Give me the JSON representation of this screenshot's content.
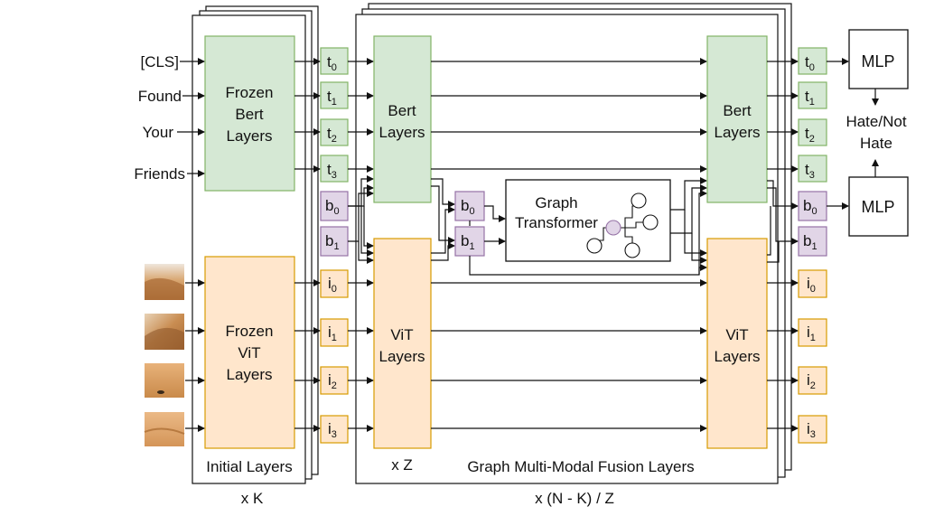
{
  "inputs": {
    "text_tokens": [
      "[CLS]",
      "Found",
      "Your",
      "Friends"
    ]
  },
  "initial": {
    "bert_label": [
      "Frozen",
      "Bert",
      "Layers"
    ],
    "vit_label": [
      "Frozen",
      "ViT",
      "Layers"
    ],
    "footer": "Initial Layers",
    "repeat": "x K"
  },
  "fusion": {
    "bert_label": [
      "Bert",
      "Layers"
    ],
    "vit_label": [
      "ViT",
      "Layers"
    ],
    "graph_label": [
      "Graph",
      "Transformer"
    ],
    "inner_repeat": "x Z",
    "footer": "Graph Multi-Modal Fusion Layers",
    "repeat": "x (N - K) / Z"
  },
  "tokens": {
    "text": [
      {
        "base": "t",
        "sub": "0"
      },
      {
        "base": "t",
        "sub": "1"
      },
      {
        "base": "t",
        "sub": "2"
      },
      {
        "base": "t",
        "sub": "3"
      }
    ],
    "bridge": [
      {
        "base": "b",
        "sub": "0"
      },
      {
        "base": "b",
        "sub": "1"
      }
    ],
    "image": [
      {
        "base": "i",
        "sub": "0"
      },
      {
        "base": "i",
        "sub": "1"
      },
      {
        "base": "i",
        "sub": "2"
      },
      {
        "base": "i",
        "sub": "3"
      }
    ]
  },
  "heads": {
    "mlp_label": "MLP",
    "output_label": [
      "Hate/Not",
      "Hate"
    ]
  },
  "colors": {
    "text_fill": "#d5e8d4",
    "text_stroke": "#82b366",
    "bridge_fill": "#e1d5e7",
    "bridge_stroke": "#9673a6",
    "image_fill": "#ffe6cc",
    "image_stroke": "#d79b00"
  }
}
